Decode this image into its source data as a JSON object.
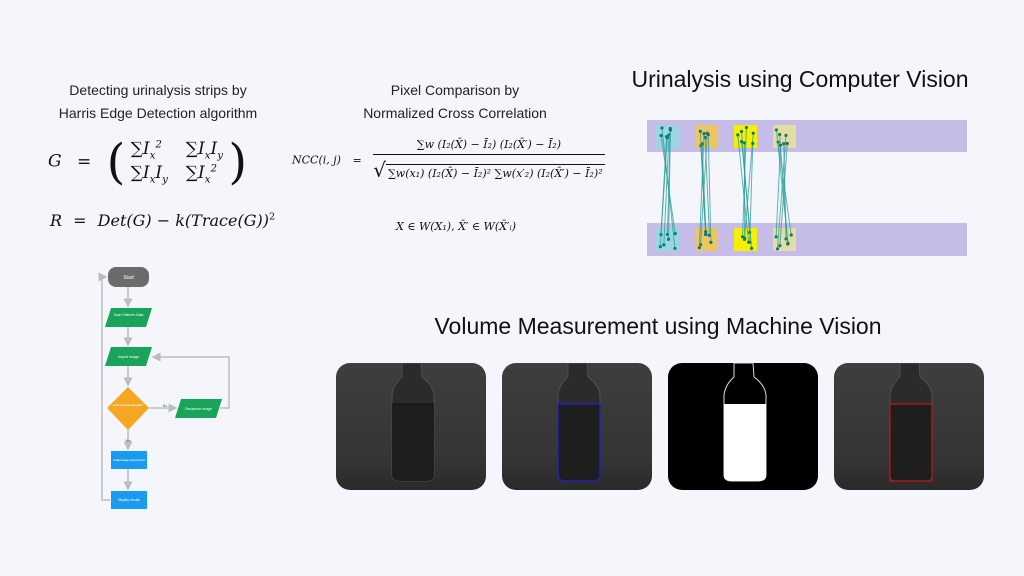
{
  "harris": {
    "title_line1": "Detecting urinalysis strips by",
    "title_line2": "Harris Edge Detection algorithm",
    "g_lhs": "G",
    "eq": "=",
    "sum_i": "∑I",
    "x": "x",
    "y": "y",
    "two": "2",
    "r_lhs": "R",
    "r_rhs_a": "Det(G)",
    "r_minus": "−",
    "r_rhs_b": "k(Trace(G))",
    "lparen": "(",
    "rparen": ")"
  },
  "ncc": {
    "title_line1": "Pixel Comparison by",
    "title_line2": "Normalized Cross Correlation",
    "lhs": "NCC(i, j)",
    "eq": "=",
    "numerator": "∑w (I₂(X̄) − Ī₂) (I₂(X̄′) − Ī₂)",
    "denominator": "∑w(x₁) (I₂(X̄) − Ī₂)² ∑w(x′₂) (I₂(X̄′) − Ī₂)²",
    "sqrt_sign": "√",
    "condition": "X ∈ W(X₁), X̄′ ∈ W(X̄′ᵢ)"
  },
  "urinalysis": {
    "title": "Urinalysis using Computer Vision",
    "colors": {
      "band": "#c5bde8",
      "strip1": "#9cd6e4",
      "strip2": "#eec55e",
      "strip3": "#f6f000",
      "strip4": "#e4dca0",
      "match_line": "#2a9d99",
      "keypoint": "#0b7b77"
    }
  },
  "volume": {
    "title": "Volume Measurement using Machine Vision",
    "images": [
      {
        "name": "original",
        "overlay": "none"
      },
      {
        "name": "contour",
        "overlay": "#2020d0"
      },
      {
        "name": "threshold",
        "overlay": "binary"
      },
      {
        "name": "bounding-box",
        "overlay": "#c01818"
      }
    ]
  },
  "flowchart": {
    "start": "Start",
    "scan": "Scan Patient's Data",
    "import": "Import Image",
    "decision": "Is the captured image clear?",
    "no": "No",
    "yes": "Yes",
    "recapture": "Recapture Image",
    "analyze": "Analyze image using OpenCV",
    "display": "Display results",
    "colors": {
      "start": "#6b6b6b",
      "io": "#1aa35a",
      "decision": "#f5a623",
      "process": "#1a9bf0",
      "arrow": "#bdbdbd"
    }
  }
}
